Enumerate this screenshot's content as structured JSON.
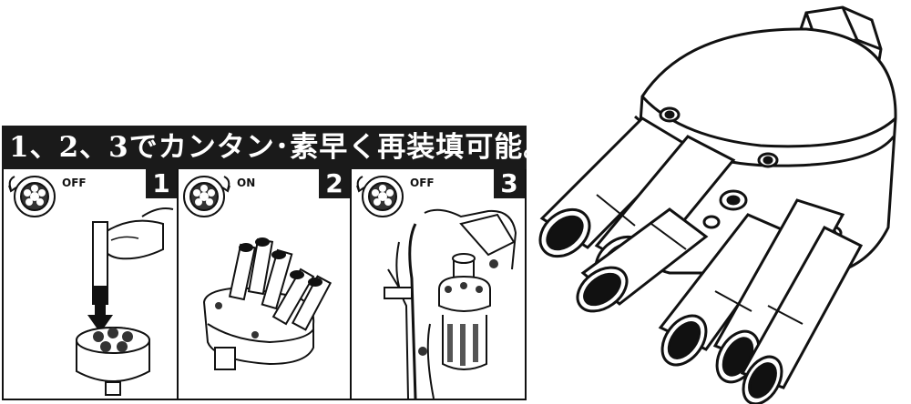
{
  "banner": {
    "text": "1、2、3でカンタン･素早く再装填可能。"
  },
  "steps": [
    {
      "number": "1",
      "switch_label": "OFF"
    },
    {
      "number": "2",
      "switch_label": "ON"
    },
    {
      "number": "3",
      "switch_label": "OFF"
    }
  ],
  "icons": {
    "switch": "rotating-switch-icon",
    "arrow": "down-arrow-icon"
  },
  "colors": {
    "ink": "#111111",
    "paper": "#ffffff",
    "banner": "#1a1a1a"
  }
}
